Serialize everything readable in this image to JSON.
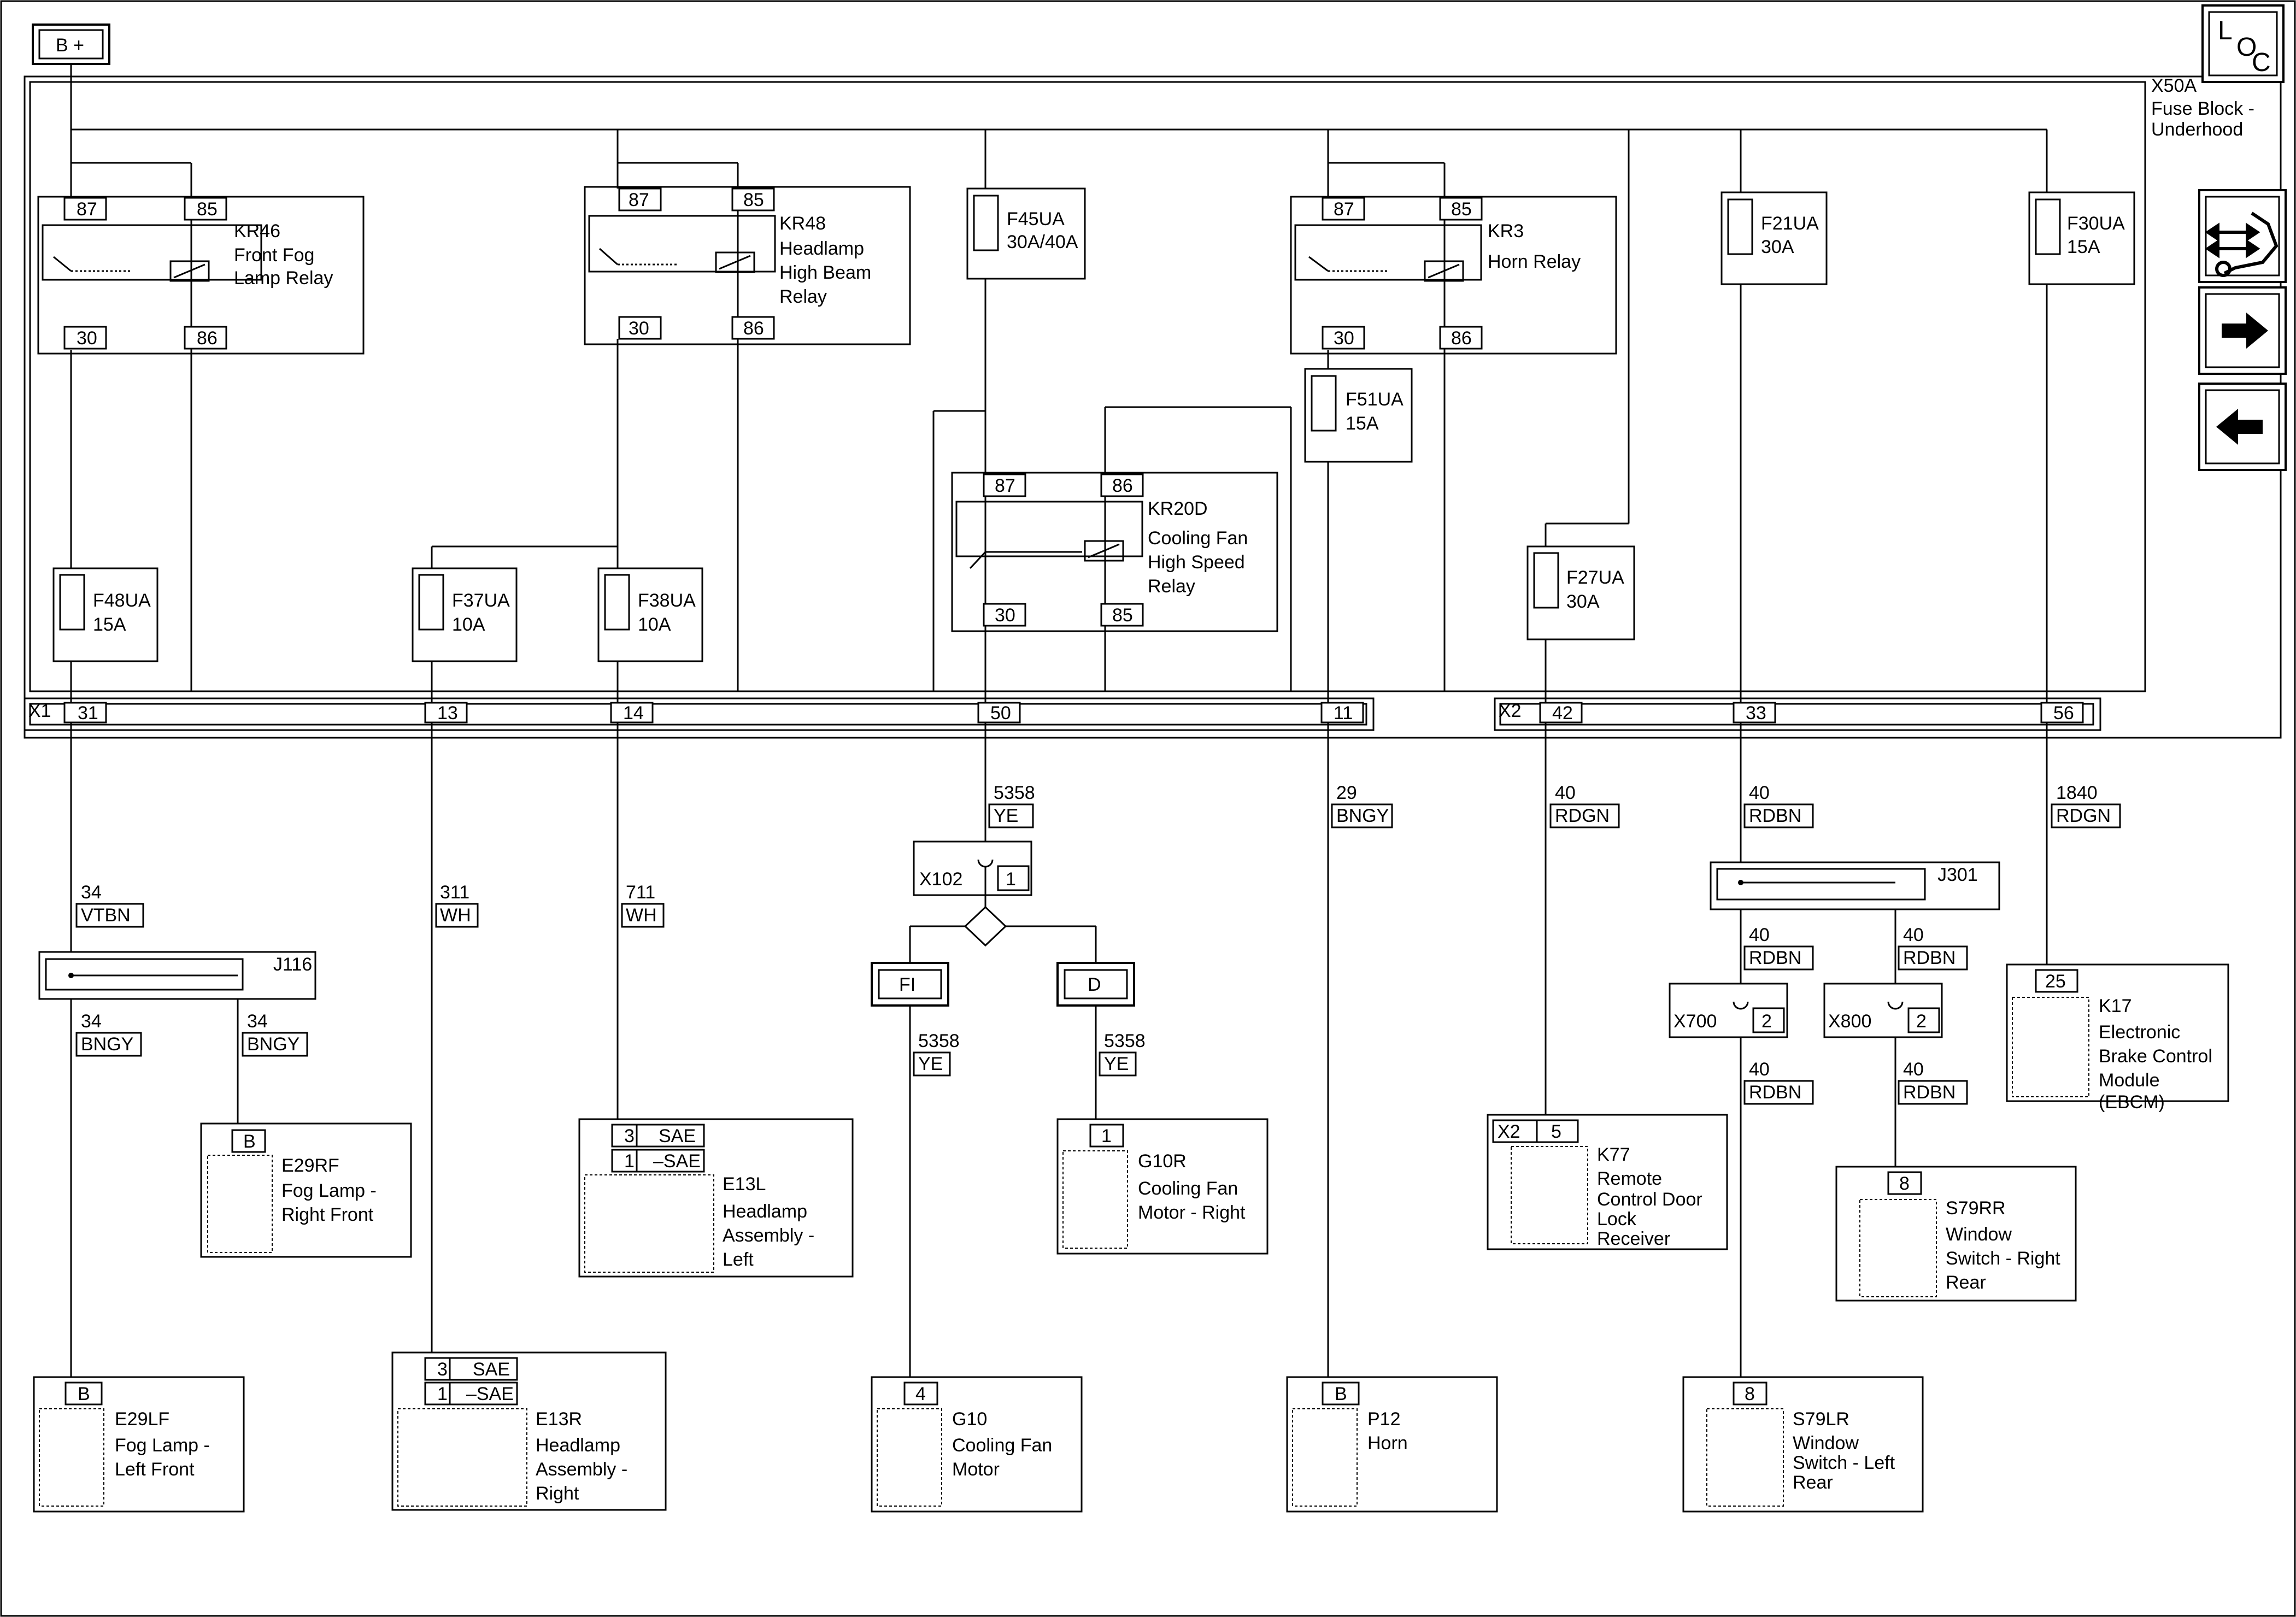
{
  "supply": {
    "label": "B +"
  },
  "fuse_block": {
    "id": "X50A",
    "name_line1": "Fuse Block -",
    "name_line2": "Underhood"
  },
  "loc_button": {
    "label_l": "L",
    "label_o": "O",
    "label_c": "C"
  },
  "nav": {
    "service_icon": "wrench-arrows-icon",
    "next_icon": "arrow-right-icon",
    "prev_icon": "arrow-left-icon"
  },
  "relays": {
    "kr46": {
      "pin87": "87",
      "pin85": "85",
      "pin30": "30",
      "pin86": "86",
      "id": "KR46",
      "name1": "Front Fog",
      "name2": "Lamp Relay"
    },
    "kr48": {
      "pin87": "87",
      "pin85": "85",
      "pin30": "30",
      "pin86": "86",
      "id": "KR48",
      "name1": "Headlamp",
      "name2": "High Beam",
      "name3": "Relay"
    },
    "kr3": {
      "pin87": "87",
      "pin85": "85",
      "pin30": "30",
      "pin86": "86",
      "id": "KR3",
      "name1": "Horn Relay"
    },
    "kr20d": {
      "pin87": "87",
      "pin86": "86",
      "pin30": "30",
      "pin85": "85",
      "id": "KR20D",
      "name1": "Cooling Fan",
      "name2": "High Speed",
      "name3": "Relay"
    }
  },
  "fuses": {
    "f45ua": {
      "id": "F45UA",
      "rating": "30A/40A"
    },
    "f21ua": {
      "id": "F21UA",
      "rating": "30A"
    },
    "f30ua": {
      "id": "F30UA",
      "rating": "15A"
    },
    "f51ua": {
      "id": "F51UA",
      "rating": "15A"
    },
    "f48ua": {
      "id": "F48UA",
      "rating": "15A"
    },
    "f37ua": {
      "id": "F37UA",
      "rating": "10A"
    },
    "f38ua": {
      "id": "F38UA",
      "rating": "10A"
    },
    "f27ua": {
      "id": "F27UA",
      "rating": "30A"
    }
  },
  "connectors": {
    "x1": {
      "id": "X1",
      "p31": "31",
      "p13": "13",
      "p14": "14",
      "p50": "50",
      "p11": "11"
    },
    "x2": {
      "id": "X2",
      "p42": "42",
      "p33": "33",
      "p56": "56"
    }
  },
  "wires": {
    "w34_vtbn": {
      "circuit": "34",
      "color": "VTBN"
    },
    "w311_wh": {
      "circuit": "311",
      "color": "WH"
    },
    "w711_wh": {
      "circuit": "711",
      "color": "WH"
    },
    "w5358_ye_a": {
      "circuit": "5358",
      "color": "YE"
    },
    "w29_bngy": {
      "circuit": "29",
      "color": "BNGY"
    },
    "w40_rdgn": {
      "circuit": "40",
      "color": "RDGN"
    },
    "w40_rdbn_a": {
      "circuit": "40",
      "color": "RDBN"
    },
    "w1840_rdgn": {
      "circuit": "1840",
      "color": "RDGN"
    },
    "w34_bngy_a": {
      "circuit": "34",
      "color": "BNGY"
    },
    "w34_bngy_b": {
      "circuit": "34",
      "color": "BNGY"
    },
    "w40_rdbn_b": {
      "circuit": "40",
      "color": "RDBN"
    },
    "w40_rdbn_c": {
      "circuit": "40",
      "color": "RDBN"
    },
    "w40_rdbn_d": {
      "circuit": "40",
      "color": "RDBN"
    },
    "w40_rdbn_e": {
      "circuit": "40",
      "color": "RDBN"
    },
    "w5358_ye_b": {
      "circuit": "5358",
      "color": "YE"
    },
    "w5358_ye_c": {
      "circuit": "5358",
      "color": "YE"
    }
  },
  "splices": {
    "j116": "J116",
    "j301": "J301"
  },
  "inline": {
    "x102": {
      "id": "X102",
      "pin": "1"
    },
    "x700": {
      "id": "X700",
      "pin": "2"
    },
    "x800": {
      "id": "X800",
      "pin": "2"
    }
  },
  "options": {
    "fi": "FI",
    "d": "D"
  },
  "components": {
    "e29rf": {
      "pin": "B",
      "id": "E29RF",
      "name1": "Fog Lamp -",
      "name2": "Right Front"
    },
    "e13l": {
      "pin3": "3",
      "pin3_label": "SAE",
      "pin1": "1",
      "pin1_label": "–SAE",
      "id": "E13L",
      "name1": "Headlamp",
      "name2": "Assembly -",
      "name3": "Left"
    },
    "g10r": {
      "pin": "1",
      "id": "G10R",
      "name1": "Cooling Fan",
      "name2": "Motor - Right"
    },
    "k77": {
      "conn": "X2",
      "pin": "5",
      "id": "K77",
      "name1": "Remote",
      "name2": "Control Door",
      "name3": "Lock",
      "name4": "Receiver"
    },
    "s79rr": {
      "pin": "8",
      "id": "S79RR",
      "name1": "Window",
      "name2": "Switch - Right",
      "name3": "Rear"
    },
    "k17": {
      "pin": "25",
      "id": "K17",
      "name1": "Electronic",
      "name2": "Brake Control",
      "name3": "Module",
      "name4": "(EBCM)"
    },
    "e29lf": {
      "pin": "B",
      "id": "E29LF",
      "name1": "Fog Lamp -",
      "name2": "Left Front"
    },
    "e13r": {
      "pin3": "3",
      "pin3_label": "SAE",
      "pin1": "1",
      "pin1_label": "–SAE",
      "id": "E13R",
      "name1": "Headlamp",
      "name2": "Assembly -",
      "name3": "Right"
    },
    "g10": {
      "pin": "4",
      "id": "G10",
      "name1": "Cooling Fan",
      "name2": "Motor"
    },
    "p12": {
      "pin": "B",
      "id": "P12",
      "name1": "Horn"
    },
    "s79lr": {
      "pin": "8",
      "id": "S79LR",
      "name1": "Window",
      "name2": "Switch - Left",
      "name3": "Rear"
    }
  }
}
